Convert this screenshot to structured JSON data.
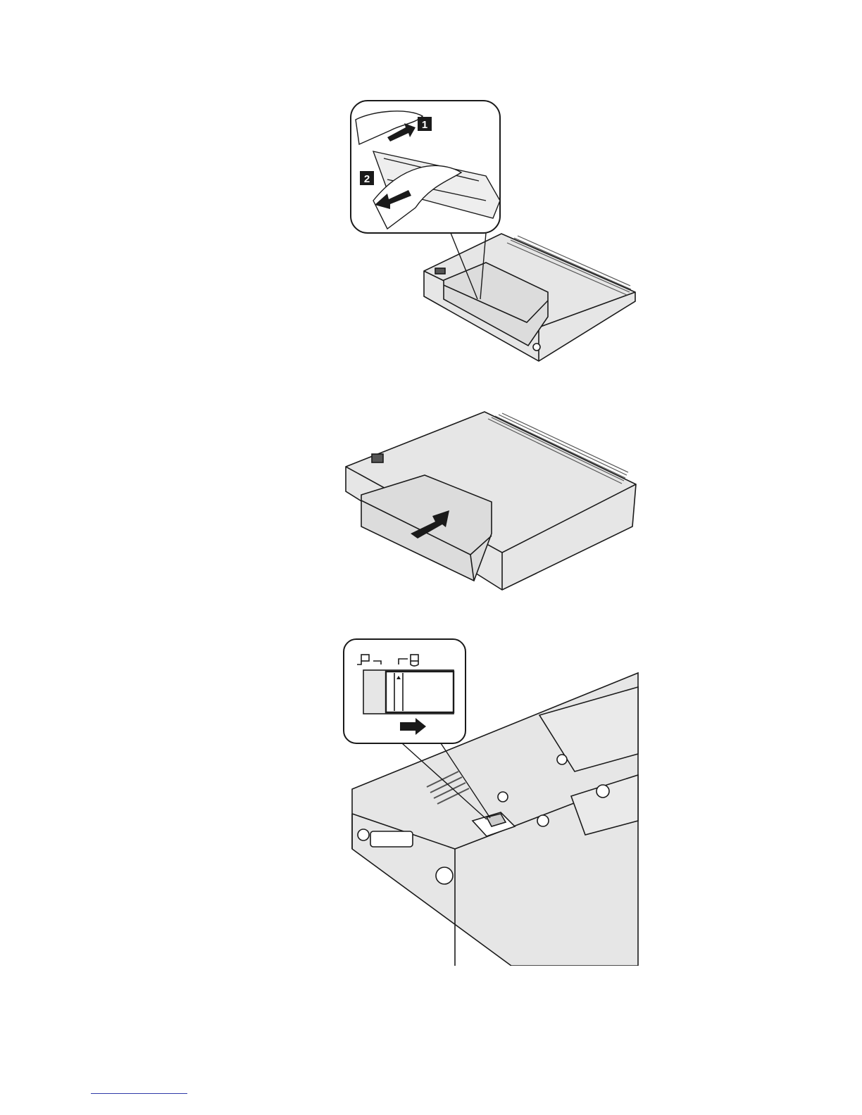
{
  "figures": [
    {
      "id": "remove-battery",
      "steps": [
        "1",
        "2"
      ]
    },
    {
      "id": "insert-battery"
    },
    {
      "id": "lock-latch"
    }
  ],
  "colors": {
    "line": "#1a1a1a",
    "device_fill": "#e6e6e6",
    "vent_fill": "#555555",
    "badge_fill": "#1a1a1a",
    "footer_rule": "#2e3aa8"
  }
}
